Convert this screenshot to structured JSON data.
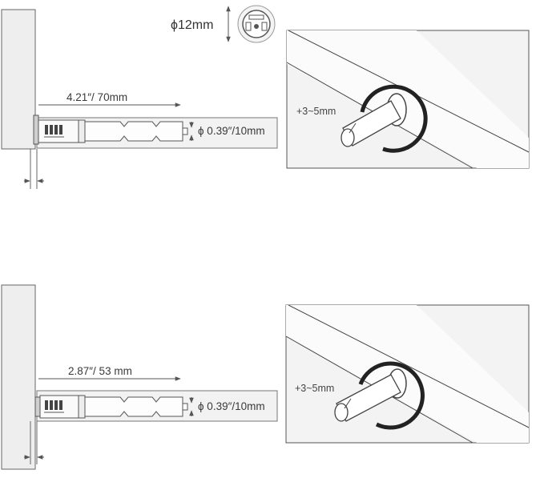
{
  "top_diagram": {
    "diameter_label": "ϕ12mm",
    "length_label": "4.21″/ 70mm",
    "body_diameter_label": "ϕ 0.39″/10mm",
    "adjust_label": "+3~5mm"
  },
  "bottom_diagram": {
    "length_label": "2.87″/ 53 mm",
    "body_diameter_label": "ϕ 0.39″/10mm",
    "adjust_label": "+3~5mm"
  },
  "colors": {
    "line": "#555555",
    "panel_fill": "#f0f0f0",
    "cabinet_fill": "#eeeeee"
  }
}
